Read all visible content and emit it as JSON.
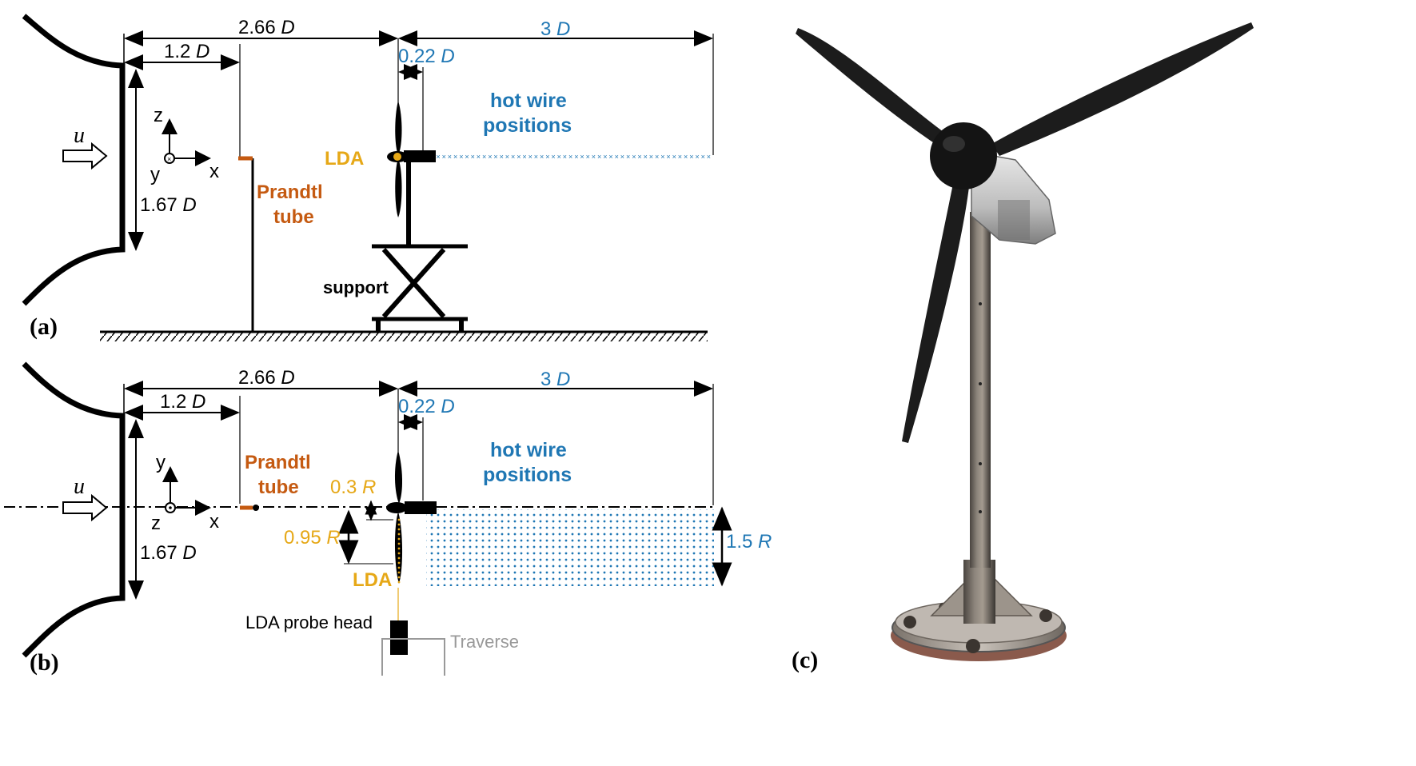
{
  "panels": {
    "a": {
      "label": "(a)"
    },
    "b": {
      "label": "(b)"
    },
    "c": {
      "label": "(c)"
    }
  },
  "flow": {
    "symbol": "u"
  },
  "dimensions": {
    "to_rotor": "2.66 ",
    "to_rotor_unit": "D",
    "to_prandtl": "1.2 ",
    "to_prandtl_unit": "D",
    "wake_length": "3 ",
    "wake_length_unit": "D",
    "nacelle_gap": "0.22 ",
    "nacelle_gap_unit": "D",
    "tunnel_height": "1.67 ",
    "tunnel_height_unit": "D",
    "lda_offset": "0.3 ",
    "lda_offset_unit": "R",
    "lda_span": "0.95 ",
    "lda_span_unit": "R",
    "grid_height": "1.5 ",
    "grid_height_unit": "R"
  },
  "labels": {
    "hot_wire_line1": "hot wire",
    "hot_wire_line2": "positions",
    "prandtl_line1": "Prandtl",
    "prandtl_line2": "tube",
    "lda": "LDA",
    "support": "support",
    "lda_probe_head": "LDA probe head",
    "traverse": "Traverse"
  },
  "axes_a": {
    "z": "z",
    "y": "y",
    "x": "x"
  },
  "axes_b": {
    "y": "y",
    "z": "z",
    "x": "x"
  },
  "colors": {
    "blue": "#1f77b4",
    "orange": "#c55a11",
    "gold": "#e6a817",
    "black": "#000000",
    "gray": "#999999"
  }
}
